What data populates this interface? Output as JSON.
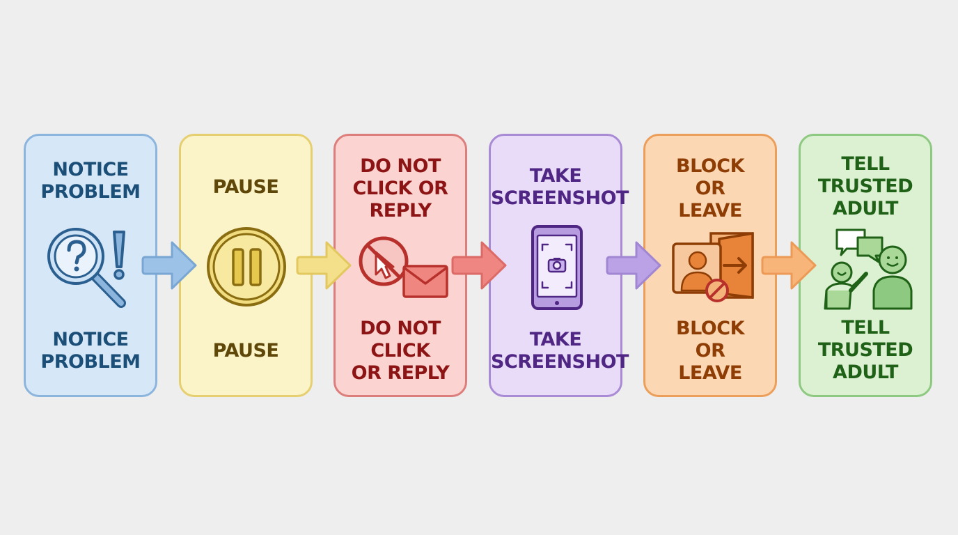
{
  "steps": [
    {
      "top_label": "NOTICE\nPROBLEM",
      "bottom_label": "NOTICE\nPROBLEM",
      "icon": "magnifier-question-icon"
    },
    {
      "top_label": "PAUSE",
      "bottom_label": "PAUSE",
      "icon": "pause-icon"
    },
    {
      "top_label": "DO NOT\nCLICK OR\nREPLY",
      "bottom_label": "DO NOT\nCLICK\nOR REPLY",
      "icon": "no-click-envelope-icon"
    },
    {
      "top_label": "TAKE\nSCREENSHOT",
      "bottom_label": "TAKE\nSCREENSHOT",
      "icon": "phone-screenshot-icon"
    },
    {
      "top_label": "BLOCK\nOR\nLEAVE",
      "bottom_label": "BLOCK\nOR\nLEAVE",
      "icon": "block-leave-icon"
    },
    {
      "top_label": "TELL\nTRUSTED\nADULT",
      "bottom_label": "TELL\nTRUSTED\nADULT",
      "icon": "talk-adult-icon"
    }
  ],
  "colors": {
    "blue": "#8cb5dd",
    "yellow": "#e6cf70",
    "red": "#dc7e7c",
    "purple": "#a98ad4",
    "orange": "#ec9f5b",
    "green": "#8ec981"
  }
}
